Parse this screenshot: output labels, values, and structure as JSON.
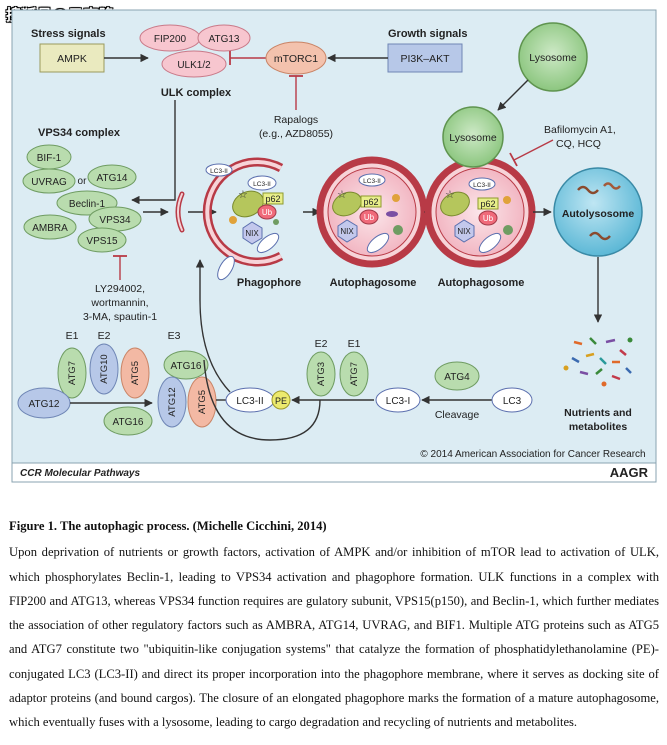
{
  "watermark": "搜狐号@云克隆",
  "diagram": {
    "footer_left": "CCR Molecular Pathways",
    "footer_brand": "AAGR",
    "copyright": "© 2014 American Association for Cancer Research",
    "labels": {
      "stress_signals": "Stress signals",
      "growth_signals": "Growth signals",
      "ampk": "AMPK",
      "pi3k_akt": "PI3K–AKT",
      "mtorc1": "mTORC1",
      "fip200": "FIP200",
      "atg13": "ATG13",
      "ulk12": "ULK1/2",
      "ulk_complex": "ULK complex",
      "rapalogs": "Rapalogs",
      "rapalogs_eg": "(e.g., AZD8055)",
      "vps34_complex": "VPS34 complex",
      "bif1": "BIF-1",
      "uvrag": "UVRAG",
      "or": "or",
      "atg14": "ATG14",
      "beclin1": "Beclin-1",
      "ambra": "AMBRA",
      "vps34": "VPS34",
      "vps15": "VPS15",
      "inhibitors_1": "LY294002,",
      "inhibitors_2": "wortmannin,",
      "inhibitors_3": "3-MA, spautin-1",
      "lysosome_top": "Lysosome",
      "lysosome_mid": "Lysosome",
      "bafilomycin_1": "Bafilomycin A1,",
      "bafilomycin_2": "CQ, HCQ",
      "phagophore": "Phagophore",
      "autophagosome_1": "Autophagosome",
      "autophagosome_2": "Autophagosome",
      "autolysosome": "Autolysosome",
      "nutrients_1": "Nutrients and",
      "nutrients_2": "metabolites",
      "lc3ii": "LC3-II",
      "p62": "p62",
      "ub": "Ub",
      "nix": "NIX",
      "e1_a": "E1",
      "e2_a": "E2",
      "e3": "E3",
      "e2_b": "E2",
      "e1_b": "E1",
      "atg12_a": "ATG12",
      "atg7_a": "ATG7",
      "atg10": "ATG10",
      "atg5_a": "ATG5",
      "atg16_a": "ATG16",
      "atg12_b": "ATG12",
      "atg5_b": "ATG5",
      "atg16_b": "ATG16",
      "lc3ii_node": "LC3-II",
      "pe": "PE",
      "atg3": "ATG3",
      "atg7_b": "ATG7",
      "atg4": "ATG4",
      "lc3i": "LC3-I",
      "lc3": "LC3",
      "cleavage": "Cleavage"
    }
  },
  "caption": {
    "title": "Figure 1. The autophagic process. (Michelle Cicchini, 2014)",
    "body": "Upon deprivation of nutrients or growth factors, activation of AMPK and/or inhibition of mTOR lead to activation of ULK, which phosphorylates Beclin-1, leading to VPS34 activation and phagophore formation. ULK functions in a complex with FIP200 and ATG13, whereas VPS34 function requires are gulatory subunit, VPS15(p150), and Beclin-1, which further mediates the association of other regulatory factors such as AMBRA, ATG14, UVRAG, and BIF1. Multiple ATG proteins such as ATG5 and ATG7 constitute two \"ubiquitin-like conjugation systems\" that catalyze the formation of phosphatidylethanolamine (PE)-conjugated LC3 (LC3-II) and direct its proper incorporation into the phagophore membrane, where it serves as docking site of adaptor proteins (and bound cargos). The closure of an elongated phagophore marks the formation of a mature autophagosome, which eventually fuses with a lysosome, leading to cargo degradation and recycling of nutrients and metabolites."
  },
  "colors": {
    "background": "#dcecf3",
    "green_node": "#b9dcae",
    "blue_node": "#b7c8e8",
    "orange_node": "#f3b9a4",
    "pink_node": "#f7c6cf",
    "lysosome": "#a6d39b",
    "autolysosome": "#7ec8e0",
    "inhibit": "#b83a46",
    "arrow": "#333333"
  }
}
